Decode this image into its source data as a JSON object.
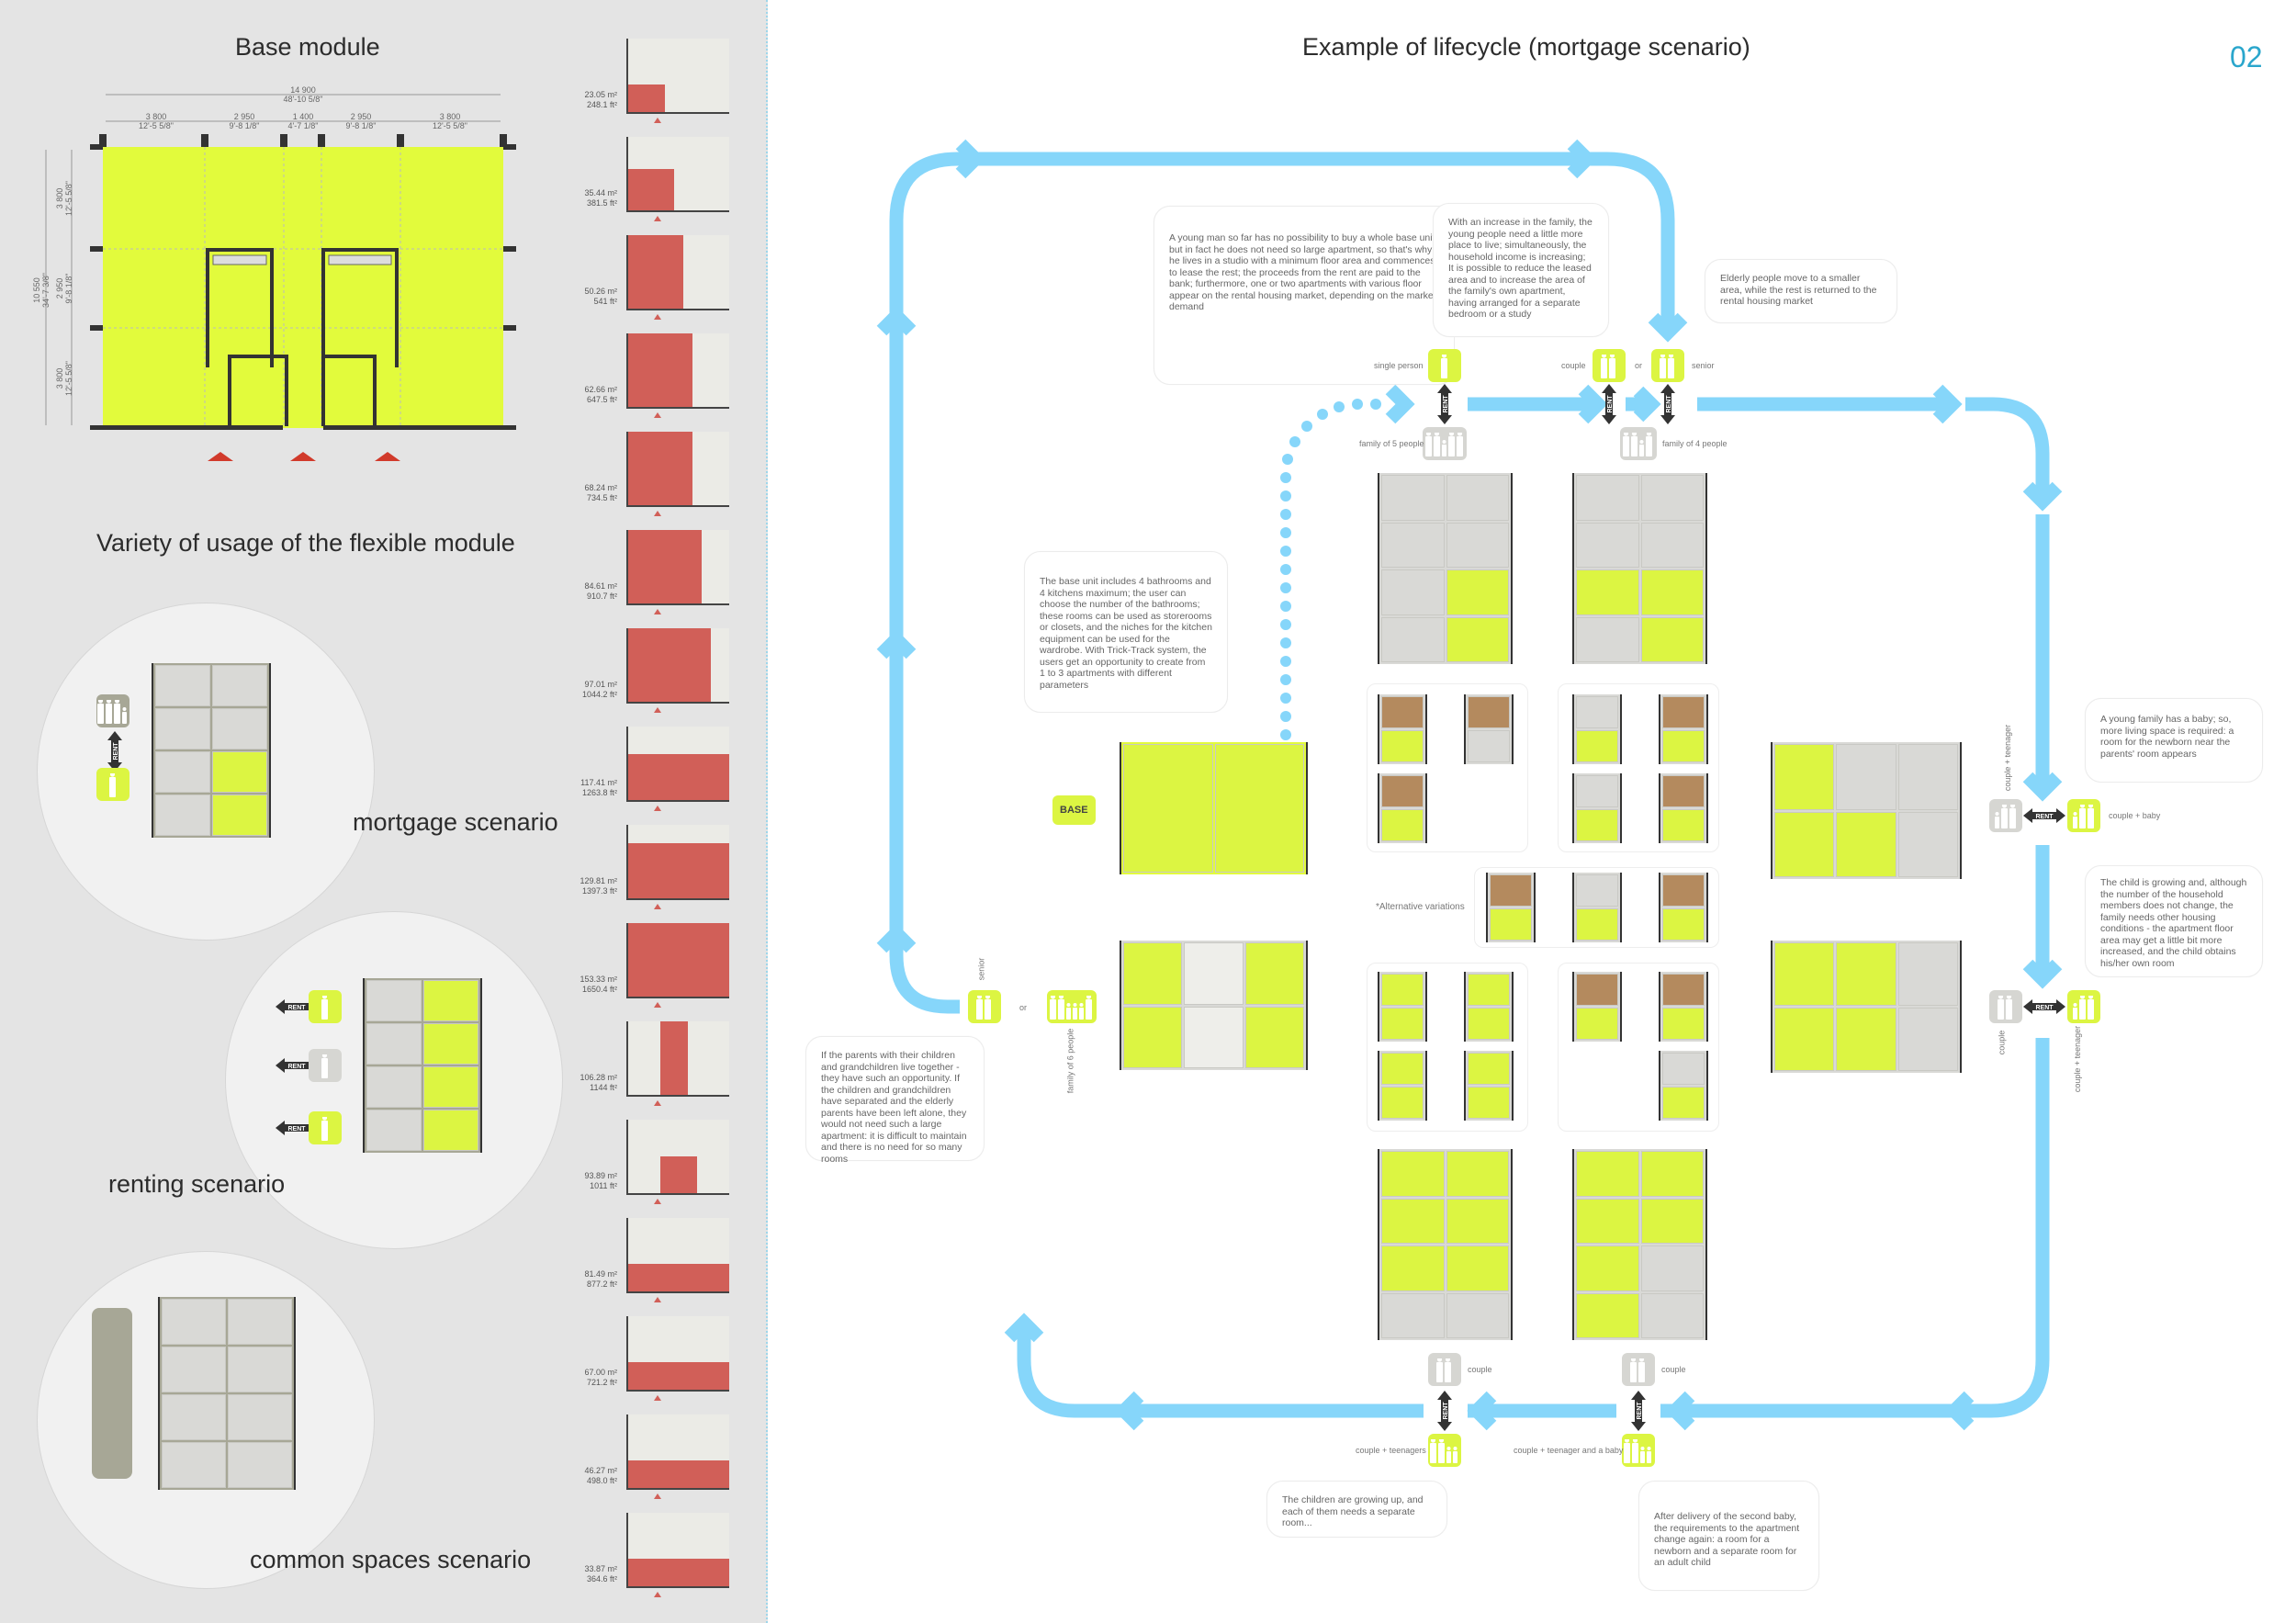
{
  "left": {
    "base_title": "Base module",
    "dims_top_total": [
      "14 900",
      "48'-10 5/8\""
    ],
    "dims_top": [
      [
        "3 800",
        "12'-5 5/8\""
      ],
      [
        "2 950",
        "9'-8 1/8\""
      ],
      [
        "1 400",
        "4'-7 1/8\""
      ],
      [
        "2 950",
        "9'-8 1/8\""
      ],
      [
        "3 800",
        "12'-5 5/8\""
      ]
    ],
    "dims_side_total": [
      "10 550",
      "34'-7 3/8\""
    ],
    "dims_side": [
      [
        "3 800",
        "12'-5 5/8\""
      ],
      [
        "2 950",
        "9'-8 1/8\""
      ],
      [
        "3 800",
        "12'-5 5/8\""
      ]
    ],
    "variety_title": "Variety of usage of the flexible module",
    "scenarios": [
      "mortgage scenario",
      "renting scenario",
      "common spaces scenario"
    ],
    "rent_label": "RENT"
  },
  "areas": [
    {
      "m2": "23.05 m²",
      "ft2": "248.1 ft²"
    },
    {
      "m2": "35.44 m²",
      "ft2": "381.5 ft²"
    },
    {
      "m2": "50.26 m²",
      "ft2": "541 ft²"
    },
    {
      "m2": "62.66 m²",
      "ft2": "647.5 ft²"
    },
    {
      "m2": "68.24 m²",
      "ft2": "734.5 ft²"
    },
    {
      "m2": "84.61 m²",
      "ft2": "910.7 ft²"
    },
    {
      "m2": "97.01 m²",
      "ft2": "1044.2 ft²"
    },
    {
      "m2": "117.41 m²",
      "ft2": "1263.8 ft²"
    },
    {
      "m2": "129.81 m²",
      "ft2": "1397.3 ft²"
    },
    {
      "m2": "153.33 m²",
      "ft2": "1650.4 ft²"
    },
    {
      "m2": "106.28 m²",
      "ft2": "1144 ft²"
    },
    {
      "m2": "93.89 m²",
      "ft2": "1011 ft²"
    },
    {
      "m2": "81.49 m²",
      "ft2": "877.2 ft²"
    },
    {
      "m2": "67.00 m²",
      "ft2": "721.2 ft²"
    },
    {
      "m2": "46.27 m²",
      "ft2": "498.0 ft²"
    },
    {
      "m2": "33.87 m²",
      "ft2": "364.6 ft²"
    }
  ],
  "right": {
    "title": "Example of lifecycle (mortgage scenario)",
    "page_number": "02",
    "rent_label": "RENT",
    "base_label": "BASE",
    "alt_variations": "*Alternative variations",
    "or": "or",
    "people": {
      "single_person": "single person",
      "couple_top": "couple",
      "senior_top": "senior",
      "family5": "family of 5 people",
      "family4": "family of 4 people",
      "couple_teenager_r1": "couple + teenager",
      "couple_baby": "couple + baby",
      "couple_r2": "couple",
      "couple_teenager_r2": "couple + teenager",
      "couple_b1": "couple",
      "couple_b2": "couple",
      "couple_teenagers": "couple + teenagers",
      "couple_teen_baby": "couple + teenager and a baby",
      "senior_left": "senior",
      "family6": "family of 6 people"
    },
    "callouts": {
      "young_man": "A young man so far has no possibility to buy a whole base unit, but in fact he does not need so large apartment, so that's why he lives in a studio with a minimum floor area and commences to lease the rest; the proceeds from the rent are paid to the bank; furthermore, one or two apartments with various floor appear on the rental housing market, depending on the market demand",
      "family_increase": "With an increase in the family, the young people need a little more place to live; simultaneously, the household income is increasing; It is possible to reduce the leased area and to increase the area of the family's own apartment, having arranged for a separate bedroom or a study",
      "elderly": "Elderly people move to a smaller area, while the rest is returned to the rental housing market",
      "base_unit": "The base unit includes 4 bathrooms and 4 kitchens maximum; the user can choose the number of the bathrooms; these rooms can be used as storerooms or closets, and the niches for the kitchen equipment can be used for the wardrobe. With Trick-Track system, the users get an opportunity to create from 1 to 3 apartments with different parameters",
      "young_family": "A young family has a baby; so, more living space is required: a room for the newborn near the parents' room appears",
      "child_growing": "The child is growing and, although the number of the household members does not change, the family needs other housing conditions - the apartment floor area may get a little bit more increased, and the child obtains his/her own room",
      "parents": "If the parents with their children and grandchildren live together - they have such an opportunity. If the children and grandchildren have separated and the elderly parents have been left alone, they would not need such a large apartment: it is difficult to maintain and there is no need for so many rooms",
      "children_growing": "The children are growing up, and each of them needs a separate room...",
      "second_baby": "After delivery of the second baby, the requirements to the apartment change again: a room for a newborn and a separate room for an adult child"
    }
  },
  "colors": {
    "lime": "#dcf542",
    "blue": "#86d6fa",
    "red": "#d15f58",
    "accent": "#2aa6cc",
    "panel": "#e4e4e4"
  }
}
